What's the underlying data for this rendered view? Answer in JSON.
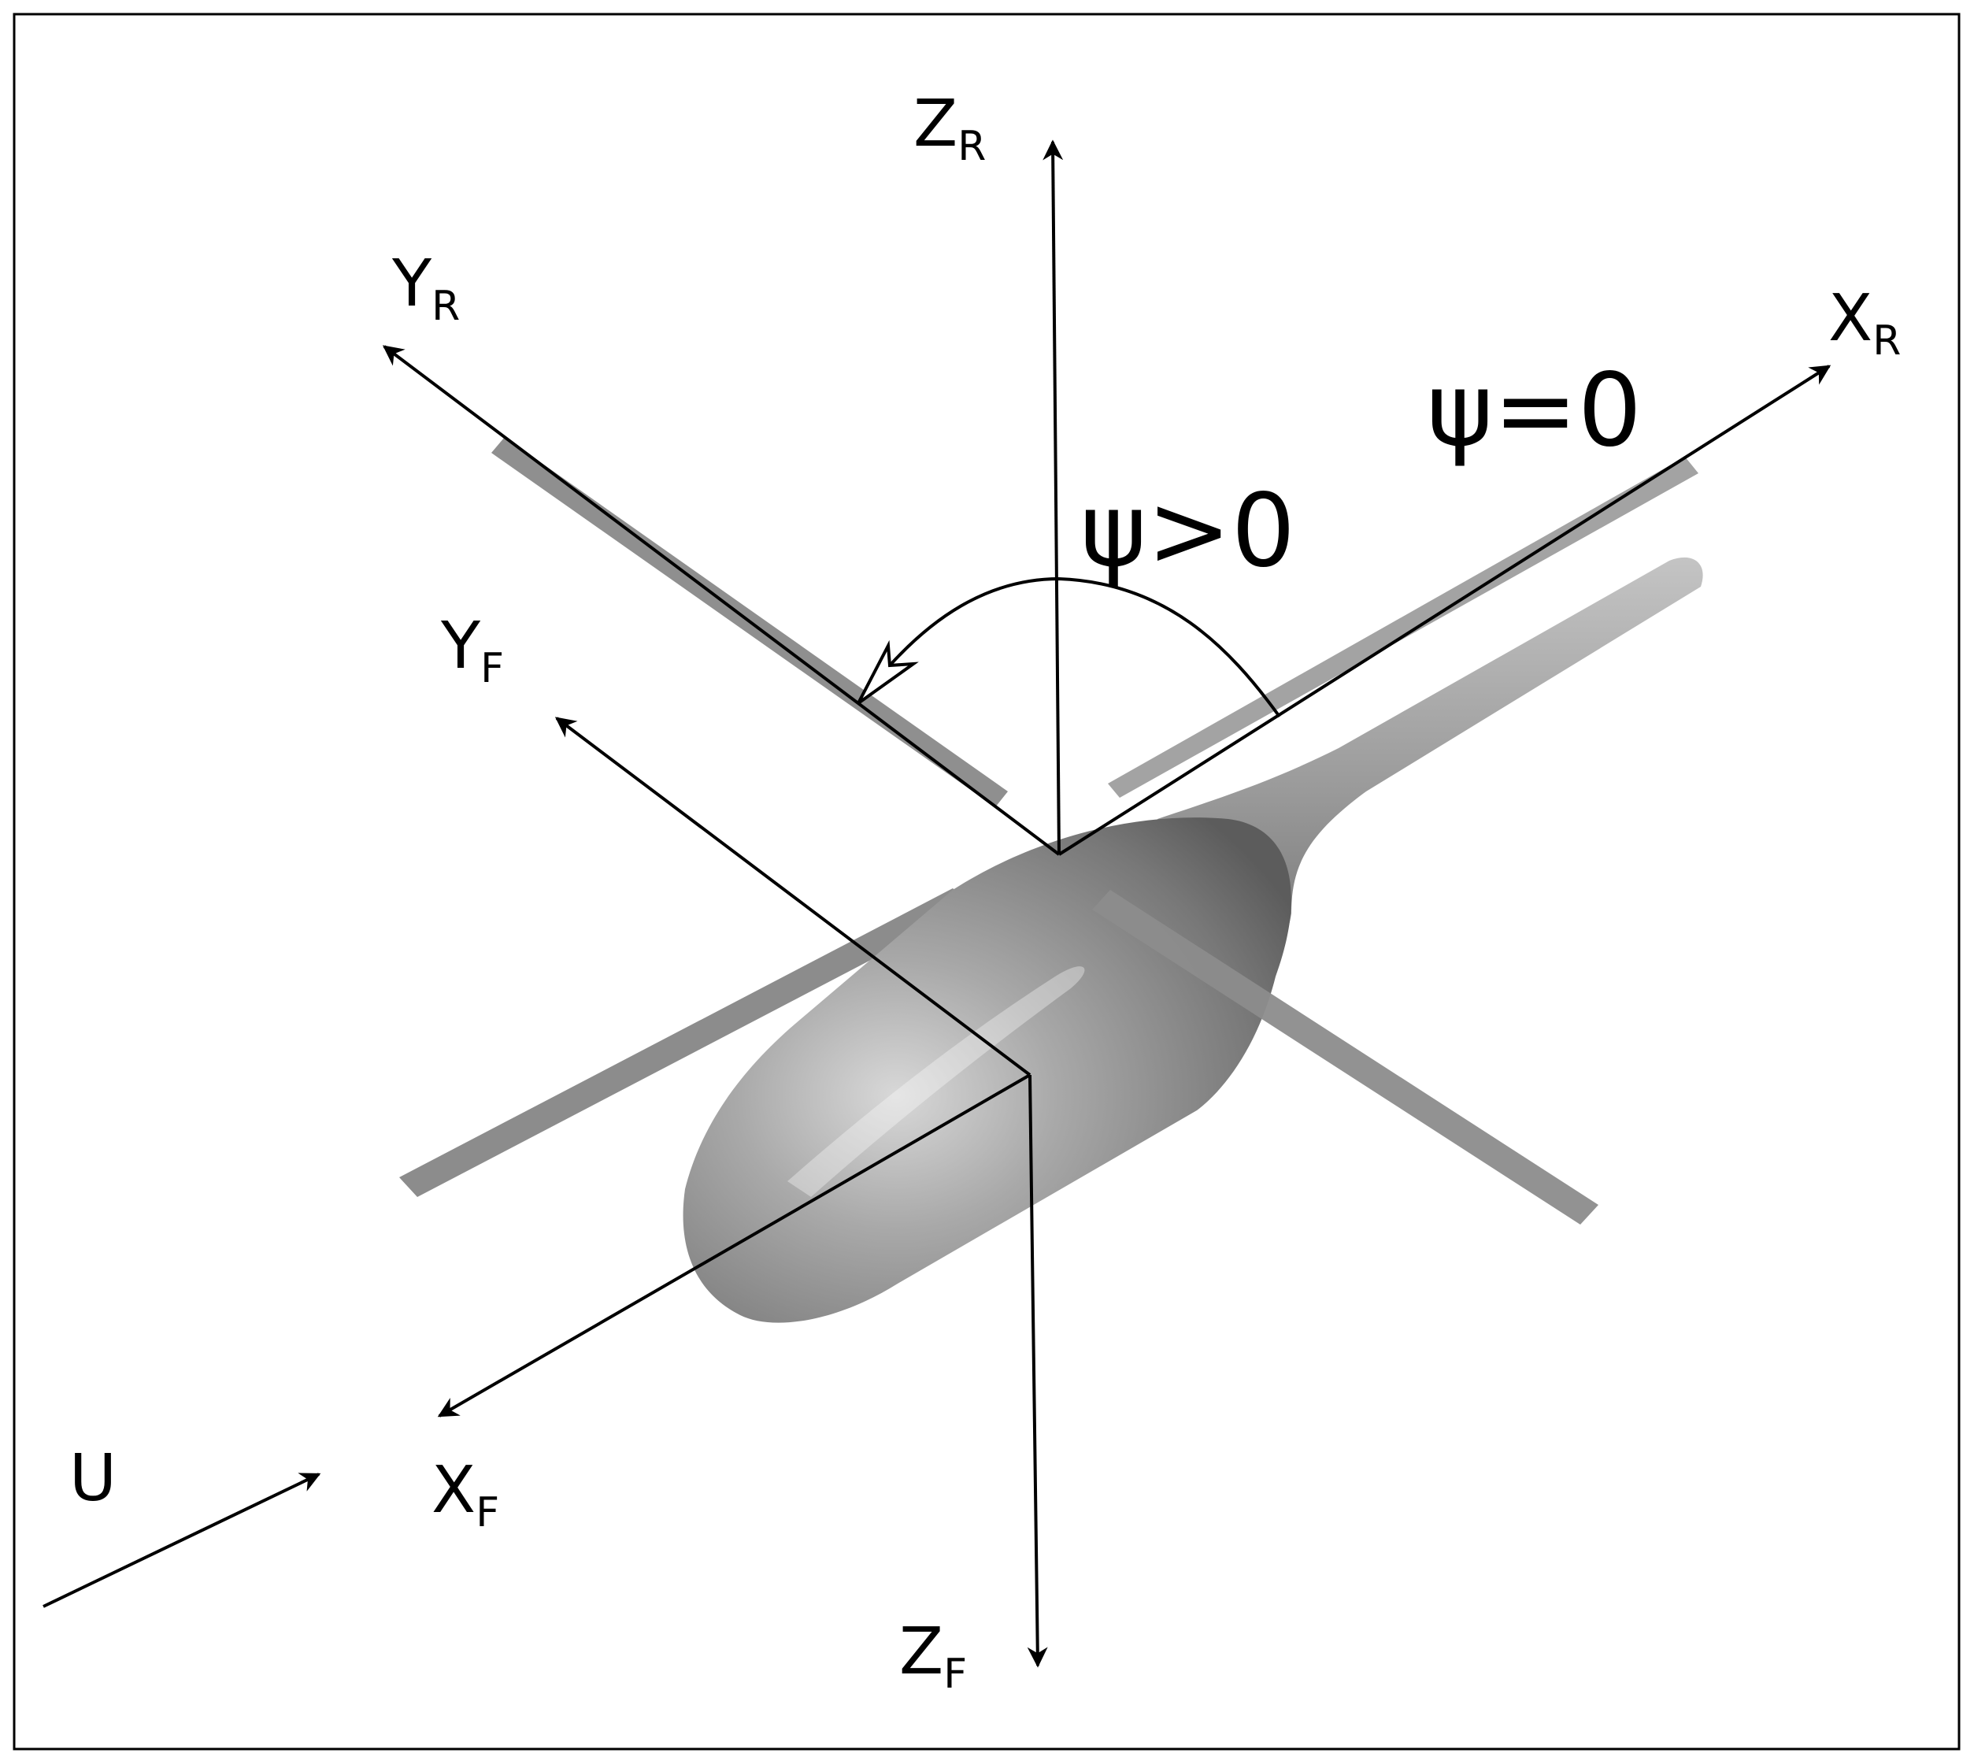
{
  "diagram": {
    "labels": {
      "z_r": {
        "main": "Z",
        "sub": "R"
      },
      "y_r": {
        "main": "Y",
        "sub": "R"
      },
      "x_r": {
        "main": "X",
        "sub": "R"
      },
      "y_f": {
        "main": "Y",
        "sub": "F"
      },
      "x_f": {
        "main": "X",
        "sub": "F"
      },
      "z_f": {
        "main": "Z",
        "sub": "F"
      },
      "flow": "U",
      "psi_zero": "ψ=0",
      "psi_positive": "ψ>0"
    },
    "colors": {
      "axis": "#000000",
      "fuselage_dark": "#6e6e6e",
      "fuselage_light": "#d6d6d6",
      "blade": "#9a9a9a",
      "frame": "#000000",
      "background": "#ffffff"
    }
  }
}
